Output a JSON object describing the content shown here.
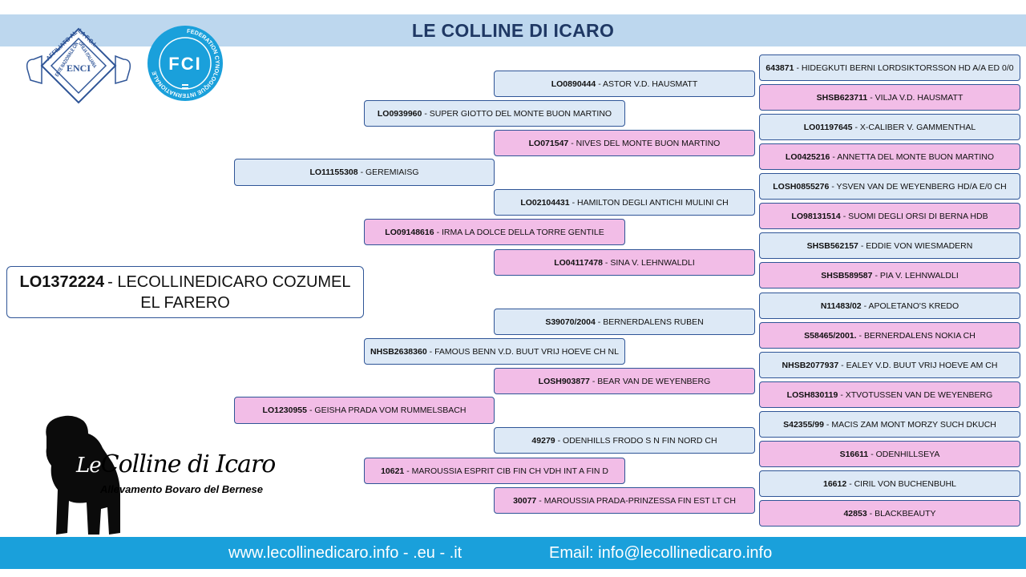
{
  "header": {
    "title": "LE COLLINE DI ICARO"
  },
  "subject": {
    "id": "LO1372224",
    "name": "- LECOLLINEDICARO COZUMEL EL FARERO"
  },
  "parents": [
    {
      "id": "LO11155308",
      "name": "- GEREMIAISG"
    },
    {
      "id": "LO1230955",
      "name": "- GEISHA PRADA VOM RUMMELSBACH"
    }
  ],
  "grandparents": [
    {
      "id": "LO0939960",
      "name": "- SUPER GIOTTO DEL MONTE BUON MARTINO"
    },
    {
      "id": "LO09148616",
      "name": "- IRMA LA DOLCE DELLA TORRE GENTILE"
    },
    {
      "id": "NHSB2638360",
      "name": "- FAMOUS BENN V.D. BUUT VRIJ HOEVE CH NL"
    },
    {
      "id": "10621",
      "name": "- MAROUSSIA ESPRIT CIB FIN CH VDH INT A FIN D"
    }
  ],
  "great_grandparents": [
    {
      "id": "LO0890444",
      "name": "- ASTOR V.D. HAUSMATT"
    },
    {
      "id": "LO071547",
      "name": "- NIVES DEL MONTE BUON MARTINO"
    },
    {
      "id": "LO02104431",
      "name": "- HAMILTON DEGLI ANTICHI MULINI CH"
    },
    {
      "id": "LO04117478",
      "name": "- SINA V. LEHNWALDLI"
    },
    {
      "id": "S39070/2004",
      "name": "- BERNERDALENS RUBEN"
    },
    {
      "id": "LOSH903877",
      "name": "- BEAR VAN DE WEYENBERG"
    },
    {
      "id": "49279",
      "name": "- ODENHILLS FRODO S N FIN NORD CH"
    },
    {
      "id": "30077",
      "name": "- MAROUSSIA PRADA-PRINZESSA FIN EST LT CH"
    }
  ],
  "great_great_grandparents": [
    {
      "id": "643871",
      "name": "- HIDEGKUTI BERNI LORDSIKTORSSON HD A/A ED 0/0"
    },
    {
      "id": "SHSB623711",
      "name": "- VILJA V.D. HAUSMATT"
    },
    {
      "id": "LO01197645",
      "name": "- X-CALIBER V. GAMMENTHAL"
    },
    {
      "id": "LO0425216",
      "name": "- ANNETTA DEL MONTE BUON MARTINO"
    },
    {
      "id": "LOSH0855276",
      "name": "- YSVEN VAN DE WEYENBERG HD/A E/0 CH"
    },
    {
      "id": "LO98131514",
      "name": "- SUOMI DEGLI ORSI DI BERNA HDB"
    },
    {
      "id": "SHSB562157",
      "name": "- EDDIE VON WIESMADERN"
    },
    {
      "id": "SHSB589587",
      "name": "- PIA V. LEHNWALDLI"
    },
    {
      "id": "N11483/02",
      "name": "- APOLETANO'S KREDO"
    },
    {
      "id": "S58465/2001.",
      "name": "- BERNERDALENS NOKIA CH"
    },
    {
      "id": "NHSB2077937",
      "name": "- EALEY V.D. BUUT VRIJ HOEVE AM CH"
    },
    {
      "id": "LOSH830119",
      "name": "- XTVOTUSSEN VAN DE WEYENBERG"
    },
    {
      "id": "S42355/99",
      "name": "- MACIS ZAM MONT MORZY SUCH DKUCH"
    },
    {
      "id": "S16611",
      "name": "- ODENHILLSEYA"
    },
    {
      "id": "16612",
      "name": "- CIRIL VON BUCHENBUHL"
    },
    {
      "id": "42853",
      "name": "- BLACKBEAUTY"
    }
  ],
  "logos": {
    "enci": {
      "ring_text": "AFFILIATO ALLA F.C.I.",
      "inner_text": "ENTE NAZIONALE CINOFILIA ITALIANA",
      "mark": "ENCI"
    },
    "fci": {
      "ring_text": "FEDERATION CYNOLOGIQUE INTERNATIONALE",
      "mark": "FCI"
    },
    "kennel": {
      "le": "Le",
      "name": "Colline di Icaro",
      "subtitle": "Allevamento Bovaro del Bernese"
    }
  },
  "footer": {
    "website": "www.lecollinedicaro.info - .eu - .it",
    "email": "Email: info@lecollinedicaro.info"
  },
  "colors": {
    "header_band": "#bdd7ee",
    "title": "#1f3864",
    "male_box": "#dde9f6",
    "female_box": "#f2bde7",
    "border": "#2f5597",
    "footer": "#1aa0db"
  }
}
